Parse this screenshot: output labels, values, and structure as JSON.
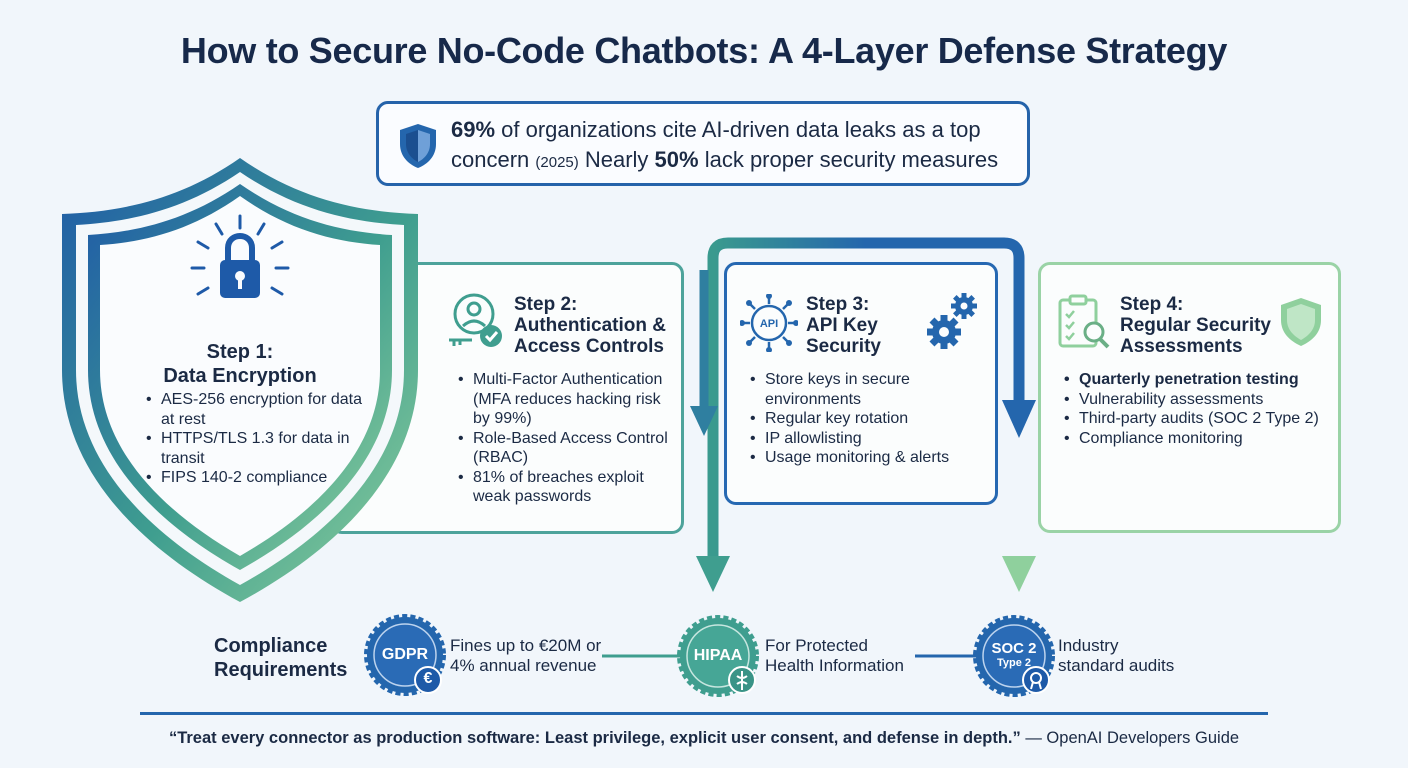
{
  "title": "How to Secure No-Code Chatbots: A 4-Layer Defense Strategy",
  "stat": {
    "line1_bold": "69%",
    "line1_rest": " of organizations cite AI-driven data leaks as a top",
    "line2_start": "concern ",
    "line2_year": "(2025)",
    "line2_mid": " Nearly ",
    "line2_bold": "50%",
    "line2_end": " lack proper security measures"
  },
  "steps": [
    {
      "title_1": "Step 1:",
      "title_2": "Data Encryption",
      "bullets": [
        "AES-256 encryption for data at rest",
        "HTTPS/TLS 1.3 for data in transit",
        "FIPS 140-2 compliance"
      ]
    },
    {
      "title_1": "Step 2:",
      "title_2": "Authentication &",
      "title_3": "Access Controls",
      "bullets": [
        "Multi-Factor Authentication (MFA reduces hacking risk by 99%)",
        "Role-Based Access Control (RBAC)",
        "81% of breaches exploit weak passwords"
      ]
    },
    {
      "title_1": "Step 3:",
      "title_2": "API Key",
      "title_3": "Security",
      "icon_text": "API",
      "bullets": [
        "Store keys in secure environments",
        "Regular key rotation",
        "IP allowlisting",
        "Usage monitoring & alerts"
      ]
    },
    {
      "title_1": "Step 4:",
      "title_2": "Regular Security",
      "title_3": "Assessments",
      "bullets": [
        "Quarterly penetration testing",
        "Vulnerability assessments",
        "Third-party audits (SOC 2 Type 2)",
        "Compliance monitoring"
      ]
    }
  ],
  "compliance": {
    "label_1": "Compliance",
    "label_2": "Requirements",
    "items": [
      {
        "badge": "GDPR",
        "sub_badge": "€",
        "text_1": "Fines up to €20M or",
        "text_2": "4% annual revenue"
      },
      {
        "badge": "HIPAA",
        "text_1": "For Protected",
        "text_2": "Health Information"
      },
      {
        "badge_1": "SOC 2",
        "badge_2": "Type 2",
        "text_1": "Industry",
        "text_2": "standard audits"
      }
    ]
  },
  "quote": {
    "text": "“Treat every connector as production software: Least privilege, explicit user consent, and defense in depth.”",
    "attribution": " — OpenAI Developers Guide"
  },
  "colors": {
    "navy": "#17294a",
    "blue": "#2466ad",
    "teal": "#3f9e8f",
    "green": "#8fd09d"
  }
}
